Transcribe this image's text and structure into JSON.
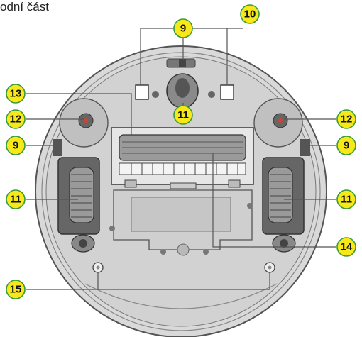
{
  "title": "odní část",
  "colors": {
    "callout_fill": "#f7e81a",
    "callout_border": "#3a9a3a",
    "body": "#d4d4d4",
    "rim": "#cfcfcf",
    "dark": "#555555"
  },
  "callouts": {
    "c9_top": "9",
    "c10": "10",
    "c11_center": "11",
    "c12_left": "12",
    "c12_right": "12",
    "c13": "13",
    "c9_left": "9",
    "c9_right": "9",
    "c11_left": "11",
    "c11_right": "11",
    "c14": "14",
    "c15": "15"
  }
}
